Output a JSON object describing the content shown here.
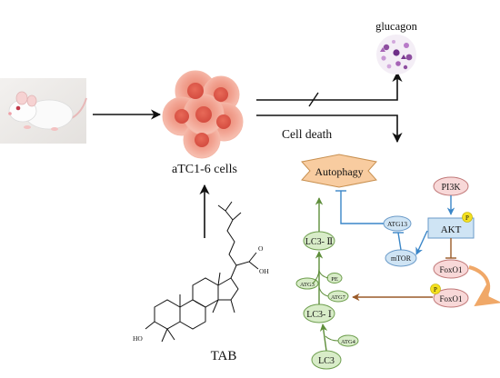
{
  "labels": {
    "glucagon": "glucagon",
    "cell_death": "Cell death",
    "cells": "aTC1-6 cells",
    "tab": "TAB",
    "autophagy": "Autophagy",
    "pi3k": "PI3K",
    "akt": "AKT",
    "atg13": "ATG13",
    "mtor": "mTOR",
    "foxo1": "FoxO1",
    "foxo1_p": "FoxO1",
    "lc3_ii": "LC3- Ⅱ",
    "lc3_i": "LC3- Ⅰ",
    "lc3": "LC3",
    "atg3": "ATG3",
    "pe": "PE",
    "atg7": "ATG7",
    "atg4": "ATG4",
    "phospho": "P",
    "hydroxyl": "HO",
    "carboxyl_oh": "OH",
    "carbonyl_o": "O"
  },
  "colors": {
    "autophagy_fill": "#f8cca0",
    "autophagy_stroke": "#c89050",
    "green_node_fill": "#d8ecc8",
    "green_node_stroke": "#6e9e4e",
    "green_arrow": "#5e8e3a",
    "blue_node_fill": "#cfe4f4",
    "blue_node_stroke": "#6a9ac8",
    "blue_arrow": "#3a86c8",
    "pink_node_fill": "#f8d8d8",
    "pink_node_stroke": "#c07878",
    "brown_arrow": "#9a5a28",
    "phospho_fill": "#f4e020",
    "feedback_arrow": "#f0a868",
    "black": "#111111"
  },
  "icons": {
    "mouse": "white-mouse-photo",
    "cells": "cell-cluster-illustration",
    "glucagon": "glucagon-granules-illustration",
    "molecule": "tab-chemical-structure"
  }
}
